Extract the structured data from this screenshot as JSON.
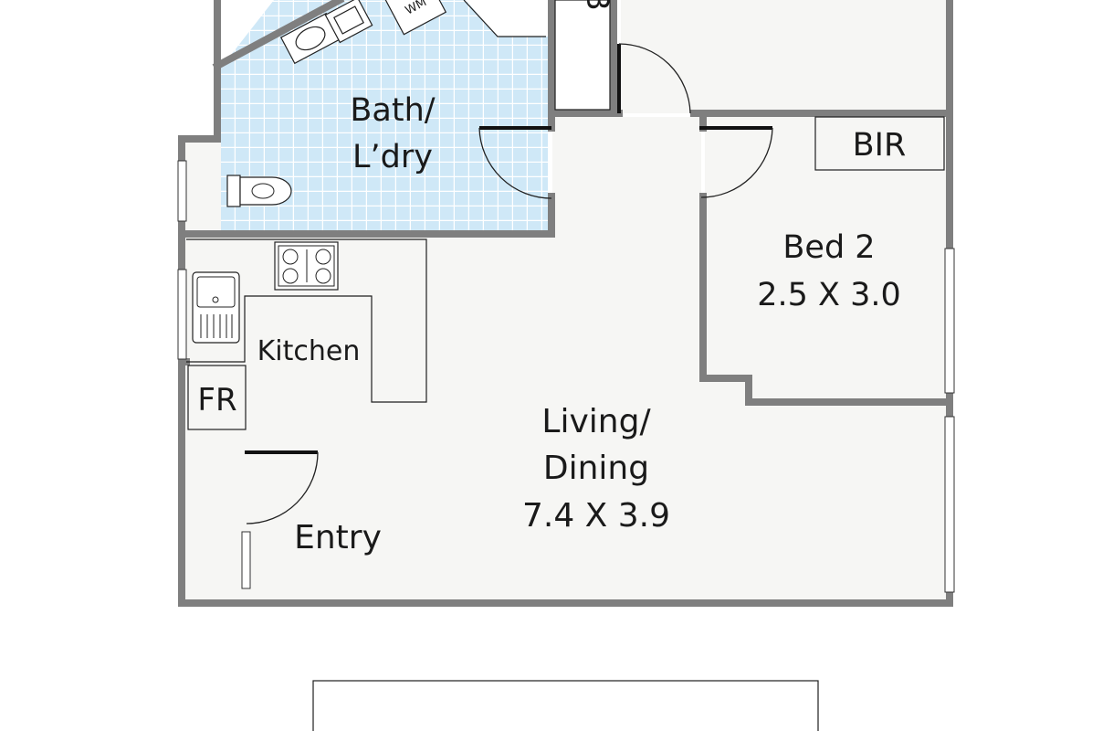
{
  "plan": {
    "colors": {
      "wall": "#7f7f7f",
      "floor": "#f6f6f4",
      "tile_fill": "#cfe8f7",
      "tile_line": "#ffffff",
      "fixture": "#ffffff",
      "outline": "#1f1f1f"
    },
    "rooms": {
      "bath": {
        "line1": "Bath/",
        "line2": "L’dry"
      },
      "kitchen": {
        "name": "Kitchen"
      },
      "fridge": {
        "name": "FR"
      },
      "entry": {
        "name": "Entry"
      },
      "living": {
        "line1": "Living/",
        "line2": "Dining",
        "dimensions": "7.4 X 3.9"
      },
      "bed2": {
        "name": "Bed 2",
        "dimensions": "2.5 X 3.0"
      },
      "bir": {
        "name": "BIR"
      },
      "washing_machine": {
        "name": "WM"
      },
      "top_partial": {
        "name": "B"
      }
    }
  }
}
